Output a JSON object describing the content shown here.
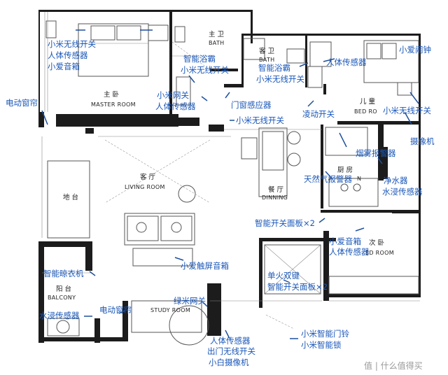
{
  "rooms": {
    "master_bedroom_zh": "主  卧",
    "master_bedroom_en": "MASTER  ROOM",
    "master_bath_zh": "主  卫",
    "master_bath_en": "BATH",
    "guest_bath_zh": "客  卫",
    "guest_bath_en": "BATH",
    "kids_room_zh": "儿  童",
    "kids_room_en": "BED  RO",
    "living_zh": "客  厅",
    "living_en": "LIVING  ROOM",
    "kitchen_zh": "厨  房",
    "kitchen_en": "N",
    "dining_zh": "餐  厅",
    "dining_en": "DINNING",
    "second_bedroom_zh": "次  卧",
    "second_bedroom_en": "ED  ROOM",
    "balcony_zh": "阳  台",
    "balcony_en": "BALCONY",
    "study_en": "STUDY  ROOM",
    "platform_zh": "地  台"
  },
  "annotations": {
    "master_switch": "小米无线开关",
    "master_sensor": "人体传感器",
    "master_speaker": "小爱音箱",
    "curtain_1": "电动窗帘",
    "bath_heater_1": "智能浴霸",
    "bath_switch_1": "小米无线开关",
    "bath_heater_2": "智能浴霸",
    "bath_switch_2": "小米无线开关",
    "kids_sensor": "人体传感器",
    "kids_curtain": "小爱闹钟",
    "kids_switch": "小米无线开关",
    "camera": "摄像机",
    "gateway": "小米网关",
    "gateway_sensor": "人体传感器",
    "door_sensor": "门窗感应器",
    "wave_switch": "凌动开关",
    "corridor_switch": "小米无线开关",
    "smoke_alarm": "烟雾报警器",
    "gas_alarm": "天然气报警器",
    "water_purifier": "净水器",
    "water_sensor_1": "水浸传感器",
    "smart_panel": "智能开关面板×2",
    "speaker_2": "小爱音箱",
    "sensor_2": "人体传感器",
    "touch_speaker": "小爱触屏音箱",
    "drying_rack": "智能晾衣机",
    "water_sensor_2": "水浸传感器",
    "curtain_2": "电动窗帘",
    "green_gateway": "绿米网关",
    "single_fire_panel_1": "单火双键",
    "single_fire_panel_2": "智能开关面板×2",
    "doorbell": "小米智能门铃",
    "smart_lock": "小米智能锁",
    "entry_sensor": "人体传感器",
    "entry_switch": "出门无线开关",
    "small_camera": "小白摄像机"
  },
  "watermark": "值 | 什么值得买"
}
